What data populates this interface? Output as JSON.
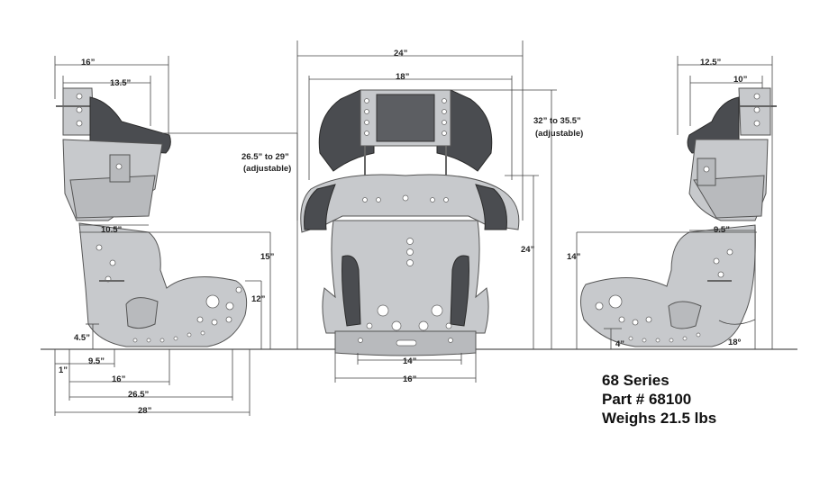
{
  "info": {
    "series": "68 Series",
    "part": "Part # 68100",
    "weight": "Weighs 21.5 lbs"
  },
  "left_view": {
    "top_width": "16”",
    "headrest_width": "13.5”",
    "height_range": "26.5” to 29”",
    "height_note": "(adjustable)",
    "seat_depth": "10.5”",
    "height_15": "15”",
    "height_12": "12”",
    "height_4_5": "4.5”",
    "offset_1": "1”",
    "len_9_5": "9.5”",
    "len_16": "16”",
    "len_26_5": "26.5”",
    "len_28": "28”"
  },
  "front_view": {
    "overall_width": "24”",
    "headrest_width": "18”",
    "height_range": "32” to 35.5”",
    "height_note": "(adjustable)",
    "height_24": "24”",
    "base_14": "14”",
    "base_16": "16”"
  },
  "right_view": {
    "top_width": "12.5”",
    "headrest_width": "10”",
    "seat_depth": "9.5”",
    "height_14": "14”",
    "height_4": "4”",
    "angle": "18º"
  }
}
